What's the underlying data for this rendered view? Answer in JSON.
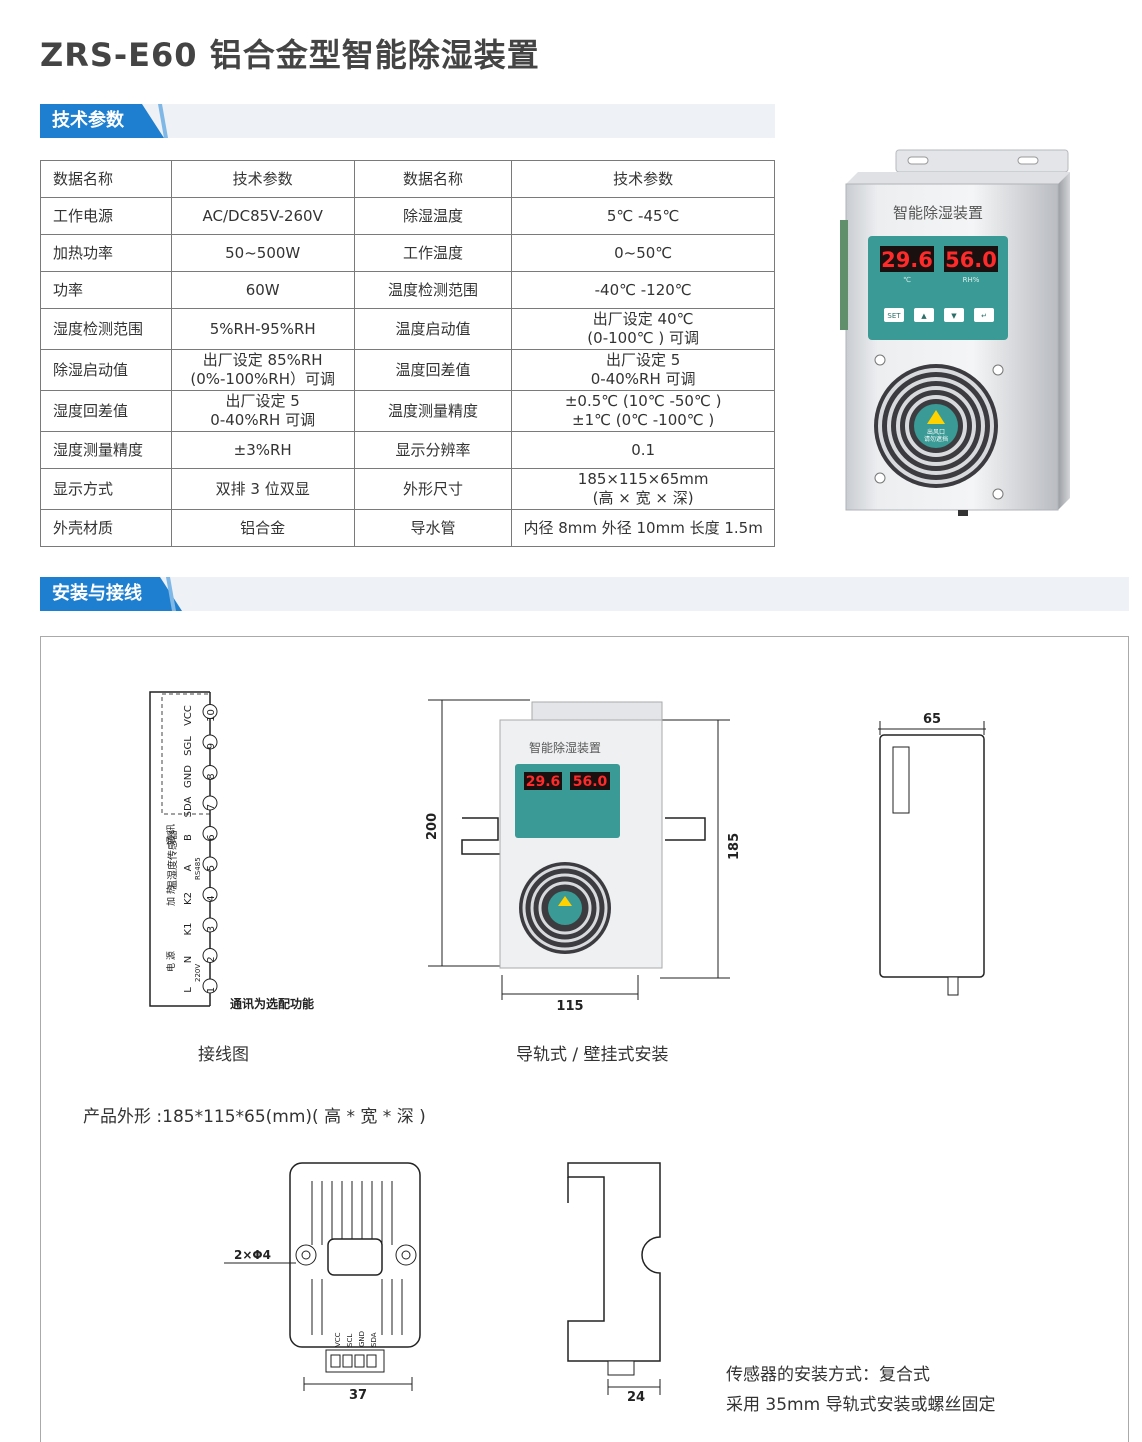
{
  "page": {
    "title": "ZRS-E60 铝合金型智能除湿装置"
  },
  "sections": {
    "spec_label": "技术参数",
    "install_label": "安装与接线"
  },
  "spec_table": {
    "headers": [
      "数据名称",
      "技术参数",
      "数据名称",
      "技术参数"
    ],
    "rows": [
      [
        "工作电源",
        "AC/DC85V-260V",
        "除湿温度",
        "5℃ -45℃"
      ],
      [
        "加热功率",
        "50~500W",
        "工作温度",
        "0~50℃"
      ],
      [
        "功率",
        "60W",
        "温度检测范围",
        "-40℃ -120℃"
      ],
      [
        "湿度检测范围",
        "5%RH-95%RH",
        "温度启动值",
        "出厂设定 40℃",
        "(0-100℃ ) 可调"
      ],
      [
        "除湿启动值",
        "出厂设定 85%RH",
        "(0%-100%RH）可调",
        "温度回差值",
        "出厂设定 5",
        "0-40%RH 可调"
      ],
      [
        "湿度回差值",
        "出厂设定 5",
        "0-40%RH 可调",
        "温度测量精度",
        "±0.5℃ (10℃ -50℃ )",
        "±1℃ (0℃ -100℃ )"
      ],
      [
        "湿度测量精度",
        "±3%RH",
        "显示分辨率",
        "0.1"
      ],
      [
        "显示方式",
        "双排 3 位双显",
        "外形尺寸",
        "185×115×65mm",
        "(高 × 宽 × 深)"
      ],
      [
        "外壳材质",
        "铝合金",
        "导水管",
        "内径 8mm 外径 10mm 长度 1.5m"
      ]
    ]
  },
  "device": {
    "label": "智能除湿装置",
    "temp_display": "29.6",
    "hum_display": "56.0",
    "temp_unit": "℃",
    "hum_unit": "RH%",
    "buttons": [
      "SET",
      "▲",
      "▼",
      "↵"
    ],
    "fan_warning_1": "出风口",
    "fan_warning_2": "请勿遮挡"
  },
  "install": {
    "wiring_caption": "接线图",
    "mount_caption": "导轨式 / 壁挂式安装",
    "wiring_note": "通讯为选配功能",
    "product_shape": "产品外形 :185*115*65(mm)( 高 * 宽 * 深 )",
    "sensor_mount_1": "传感器的安装方式：复合式",
    "sensor_mount_2": "采用 35mm 导轨式安装或螺丝固定",
    "dims": {
      "height_200": "200",
      "height_185": "185",
      "width_115": "115",
      "depth_65": "65",
      "sensor_width": "37",
      "clip_width": "24",
      "holes": "2×Φ4"
    },
    "terminals": [
      {
        "num": "1",
        "label": "L"
      },
      {
        "num": "2",
        "label": "N"
      },
      {
        "num": "3",
        "label": "K1"
      },
      {
        "num": "4",
        "label": "K2"
      },
      {
        "num": "5",
        "label": "A"
      },
      {
        "num": "6",
        "label": "B"
      },
      {
        "num": "7",
        "label": "SDA"
      },
      {
        "num": "8",
        "label": "GND"
      },
      {
        "num": "9",
        "label": "SGL"
      },
      {
        "num": "10",
        "label": "VCC"
      }
    ],
    "terminal_groups": {
      "power": "电 源",
      "power_v": "220V",
      "heat": "加 热",
      "comm": "通 讯",
      "rs485": "RS485",
      "sensor": "温湿度传感器"
    },
    "sensor_pins": [
      "VCC",
      "SCL",
      "GND",
      "SDA"
    ]
  }
}
